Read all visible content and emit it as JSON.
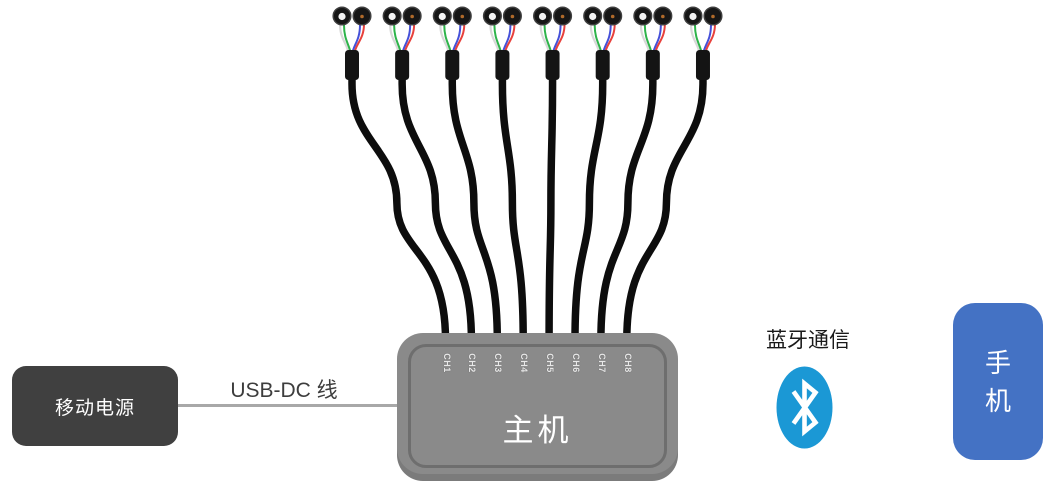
{
  "diagram": {
    "power_bank": {
      "label": "移动电源"
    },
    "usb_cable": {
      "label": "USB-DC 线"
    },
    "host": {
      "label": "主机",
      "ports": [
        "CH1",
        "CH2",
        "CH3",
        "CH4",
        "CH5",
        "CH6",
        "CH7",
        "CH8"
      ]
    },
    "bluetooth": {
      "label": "蓝牙通信",
      "icon": "bluetooth-icon"
    },
    "phone": {
      "label": "手机",
      "chars": [
        "手",
        "机"
      ]
    },
    "colors": {
      "host_body": "#8a8a8a",
      "host_outline": "#6e6e6e",
      "power_bank": "#404040",
      "phone": "#4472c4",
      "bluetooth": "#1b98d5",
      "cable": "#0d0d0d",
      "usb_line": "#a8a8a8",
      "wire_white": "#d8d8d8",
      "wire_green": "#2db34a",
      "wire_blue": "#4550d8",
      "wire_red": "#e8413c",
      "connector_dot": "#b06a2a"
    }
  }
}
